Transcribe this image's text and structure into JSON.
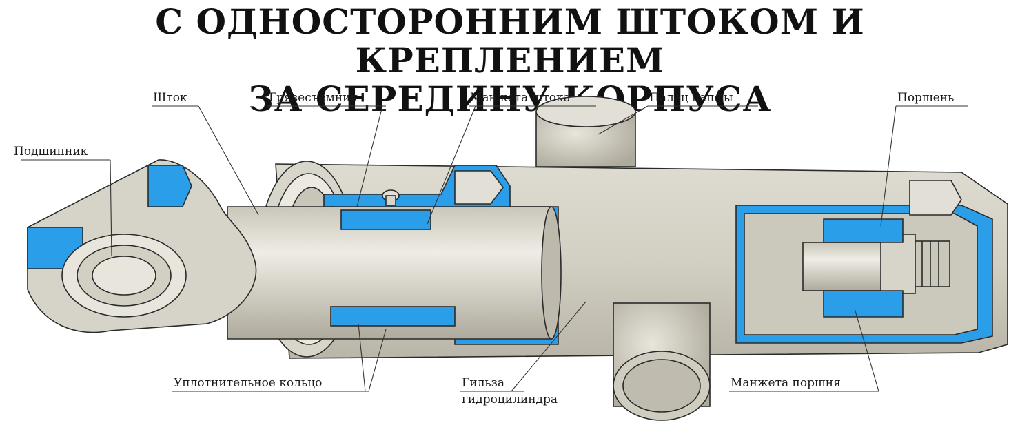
{
  "title": {
    "line1": "С ОДНОСТОРОННИМ ШТОКОМ И КРЕПЛЕНИЕМ",
    "line2": "ЗА СЕРЕДИНУ КОРПУСА"
  },
  "labels": {
    "shtok": "Шток",
    "gryazesemnik": "Грязесъемник",
    "manzheta_shtoka": "Манжета штока",
    "palets_tsapfy": "Палец цапфы",
    "porshen": "Поршень",
    "podshipnik": "Подшипник",
    "uplotnitelnoe_koltso": "Уплотнительное кольцо",
    "gilza_line1": "Гильза",
    "gilza_line2": "гидроцилиндра",
    "manzheta_porshnya": "Манжета поршня"
  },
  "colors": {
    "seal_blue": "#2a9ee8",
    "metal": "#d3d0c4",
    "metal_light": "#e6e3da",
    "metal_dark": "#a9a596",
    "outline": "#2a2a2a"
  }
}
